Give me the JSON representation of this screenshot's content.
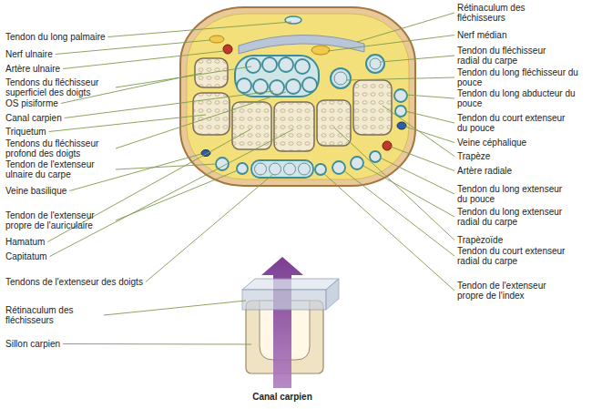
{
  "diagram": {
    "caption": "Canal carpien",
    "labels": [
      "Tendon du long palmaire",
      "Nerf ulnaire",
      "Artère ulnaire",
      "Tendons du fléchisseur superficiel des doigts",
      "OS pisiforme",
      "Canal carpien",
      "Triquetum",
      "Tendons du fléchisseur profond des doigts",
      "Tendon de l'extenseur ulnaire du carpe",
      "Veine basilique",
      "Tendon de l'extenseur propre de l'auriculaire",
      "Hamatum",
      "Capitatum",
      "Tendons de l'extenseur des doigts",
      "Rétinaculum des fléchisseurs",
      "Sillon carpien",
      "Rétinaculum des fléchisseurs",
      "Nerf médian",
      "Tendon du fléchisseur radial du carpe",
      "Tendon du long fléchisseur du pouce",
      "Tendon du long abducteur du pouce",
      "Tendon du court extenseur du pouce",
      "Veine céphalique",
      "Trapèze",
      "Artère radiale",
      "Tendon du long extenseur du pouce",
      "Tendon du long extenseur radial du carpe",
      "Trapèzoïde",
      "Tendon du court extenseur radial du carpe",
      "Tendon de l'extenseur propre de l'index"
    ]
  }
}
